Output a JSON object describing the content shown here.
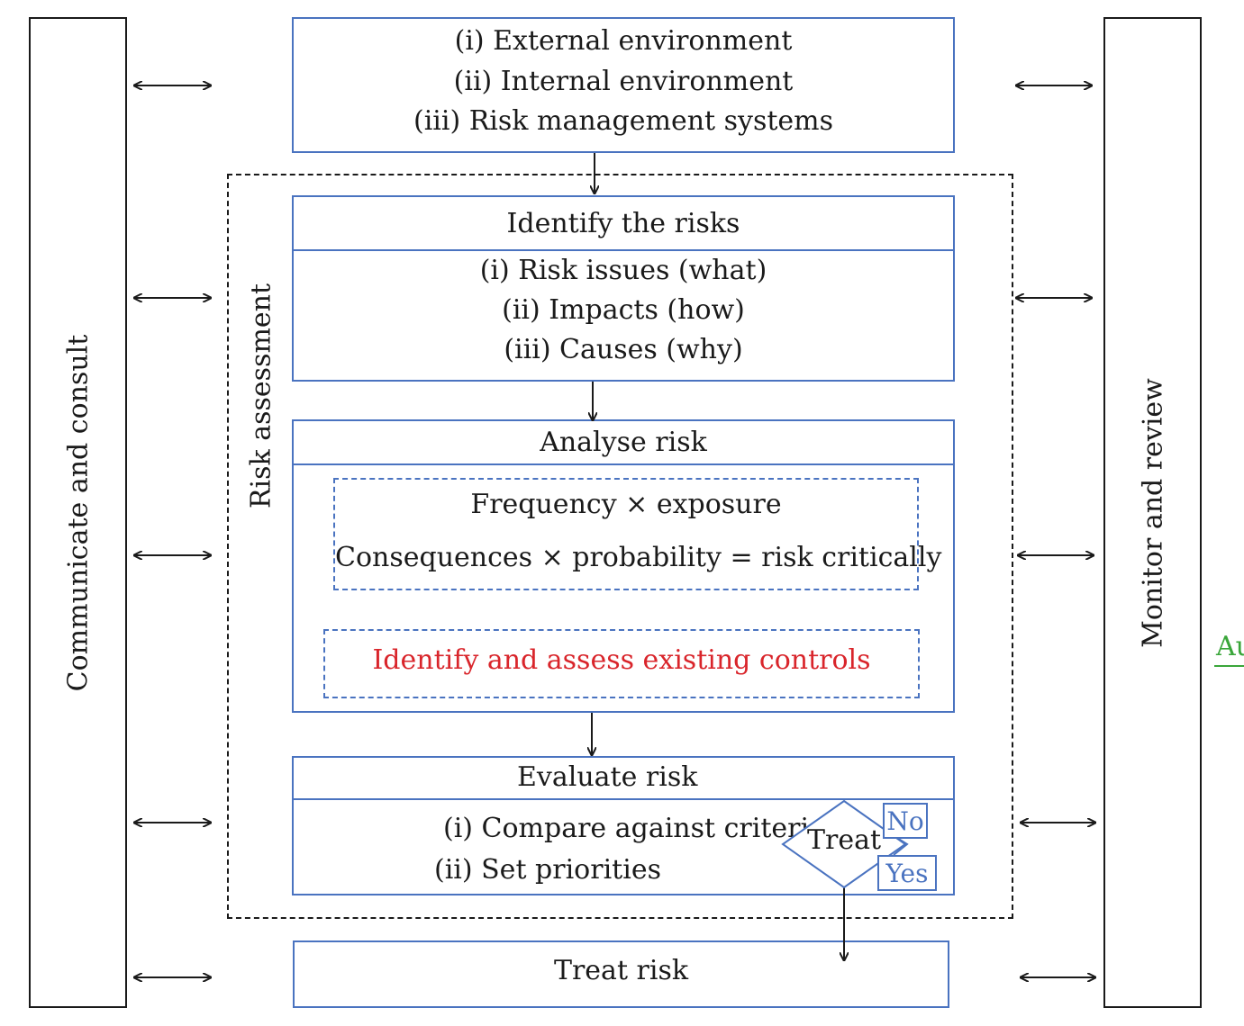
{
  "left_panel": {
    "label": "Communicate and consult"
  },
  "right_panel": {
    "label": "Monitor and review"
  },
  "context_box": {
    "lines": [
      "(i) External environment",
      "(ii) Internal environment",
      "(iii) Risk management systems"
    ]
  },
  "risk_assessment": {
    "label": "Risk assessment"
  },
  "identify": {
    "title": "Identify the risks",
    "lines": [
      "(i) Risk issues (what)",
      "(ii) Impacts (how)",
      "(iii) Causes (why)"
    ]
  },
  "analyse": {
    "title": "Analyse risk",
    "formula_1": "Frequency × exposure",
    "formula_2": "Consequences × probability = risk critically",
    "controls": "Identify and assess existing controls",
    "controls_color": "#d9252b"
  },
  "evaluate": {
    "title": "Evaluate risk",
    "lines": [
      "(i) Compare against criteria",
      "(ii) Set priorities"
    ],
    "decision": {
      "label": "Treat",
      "no": "No",
      "yes": "Yes"
    }
  },
  "treat": {
    "label": "Treat risk"
  },
  "edge_text": "Au",
  "colors": {
    "accent_blue": "#4a73c0",
    "edge_green": "#3aa63a",
    "line": "#1a1a1a"
  }
}
